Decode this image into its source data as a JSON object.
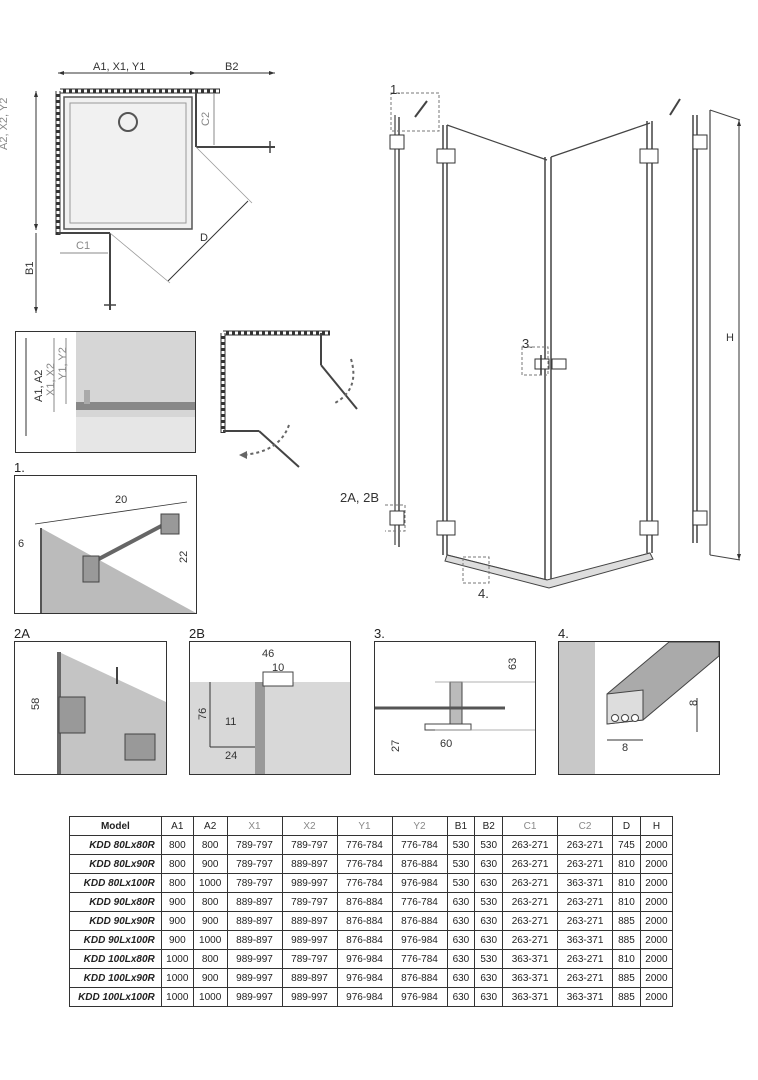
{
  "top_plan": {
    "dim_a1": "A1, X1, Y1",
    "dim_b2": "B2",
    "dim_a2": "A2, X2, Y2",
    "dim_b1": "B1",
    "dim_c1": "C1",
    "dim_c2": "C2",
    "dim_d": "D"
  },
  "side_detail": {
    "dim_a1a2": "A1, A2",
    "dim_x": "X1, X2",
    "dim_y": "Y1, Y2"
  },
  "main_view": {
    "callout_1": "1.",
    "callout_2": "2A, 2B",
    "callout_3": "3.",
    "callout_4": "4.",
    "dim_h": "H"
  },
  "detail_1": {
    "title": "1.",
    "d20": "20",
    "d6": "6",
    "d22": "22"
  },
  "detail_2a": {
    "title": "2A",
    "d58": "58"
  },
  "detail_2b": {
    "title": "2B",
    "d46": "46",
    "d10": "10",
    "d76": "76",
    "d11": "11",
    "d24": "24"
  },
  "detail_3": {
    "title": "3.",
    "d63": "63",
    "d27": "27",
    "d60": "60"
  },
  "detail_4": {
    "title": "4.",
    "d8a": "8",
    "d8b": "8"
  },
  "table": {
    "headers": [
      "Model",
      "A1",
      "A2",
      "X1",
      "X2",
      "Y1",
      "Y2",
      "B1",
      "B2",
      "C1",
      "C2",
      "D",
      "H"
    ],
    "rows": [
      [
        "KDD 80Lx80R",
        "800",
        "800",
        "789-797",
        "789-797",
        "776-784",
        "776-784",
        "530",
        "530",
        "263-271",
        "263-271",
        "745",
        "2000"
      ],
      [
        "KDD 80Lx90R",
        "800",
        "900",
        "789-797",
        "889-897",
        "776-784",
        "876-884",
        "530",
        "630",
        "263-271",
        "263-271",
        "810",
        "2000"
      ],
      [
        "KDD 80Lx100R",
        "800",
        "1000",
        "789-797",
        "989-997",
        "776-784",
        "976-984",
        "530",
        "630",
        "263-271",
        "363-371",
        "810",
        "2000"
      ],
      [
        "KDD 90Lx80R",
        "900",
        "800",
        "889-897",
        "789-797",
        "876-884",
        "776-784",
        "630",
        "530",
        "263-271",
        "263-271",
        "810",
        "2000"
      ],
      [
        "KDD 90Lx90R",
        "900",
        "900",
        "889-897",
        "889-897",
        "876-884",
        "876-884",
        "630",
        "630",
        "263-271",
        "263-271",
        "885",
        "2000"
      ],
      [
        "KDD 90Lx100R",
        "900",
        "1000",
        "889-897",
        "989-997",
        "876-884",
        "976-984",
        "630",
        "630",
        "263-271",
        "363-371",
        "885",
        "2000"
      ],
      [
        "KDD 100Lx80R",
        "1000",
        "800",
        "989-997",
        "789-797",
        "976-984",
        "776-784",
        "630",
        "530",
        "363-371",
        "263-271",
        "810",
        "2000"
      ],
      [
        "KDD 100Lx90R",
        "1000",
        "900",
        "989-997",
        "889-897",
        "976-984",
        "876-884",
        "630",
        "630",
        "363-371",
        "263-271",
        "885",
        "2000"
      ],
      [
        "KDD 100Lx100R",
        "1000",
        "1000",
        "989-997",
        "989-997",
        "976-984",
        "976-984",
        "630",
        "630",
        "363-371",
        "363-371",
        "885",
        "2000"
      ]
    ]
  }
}
